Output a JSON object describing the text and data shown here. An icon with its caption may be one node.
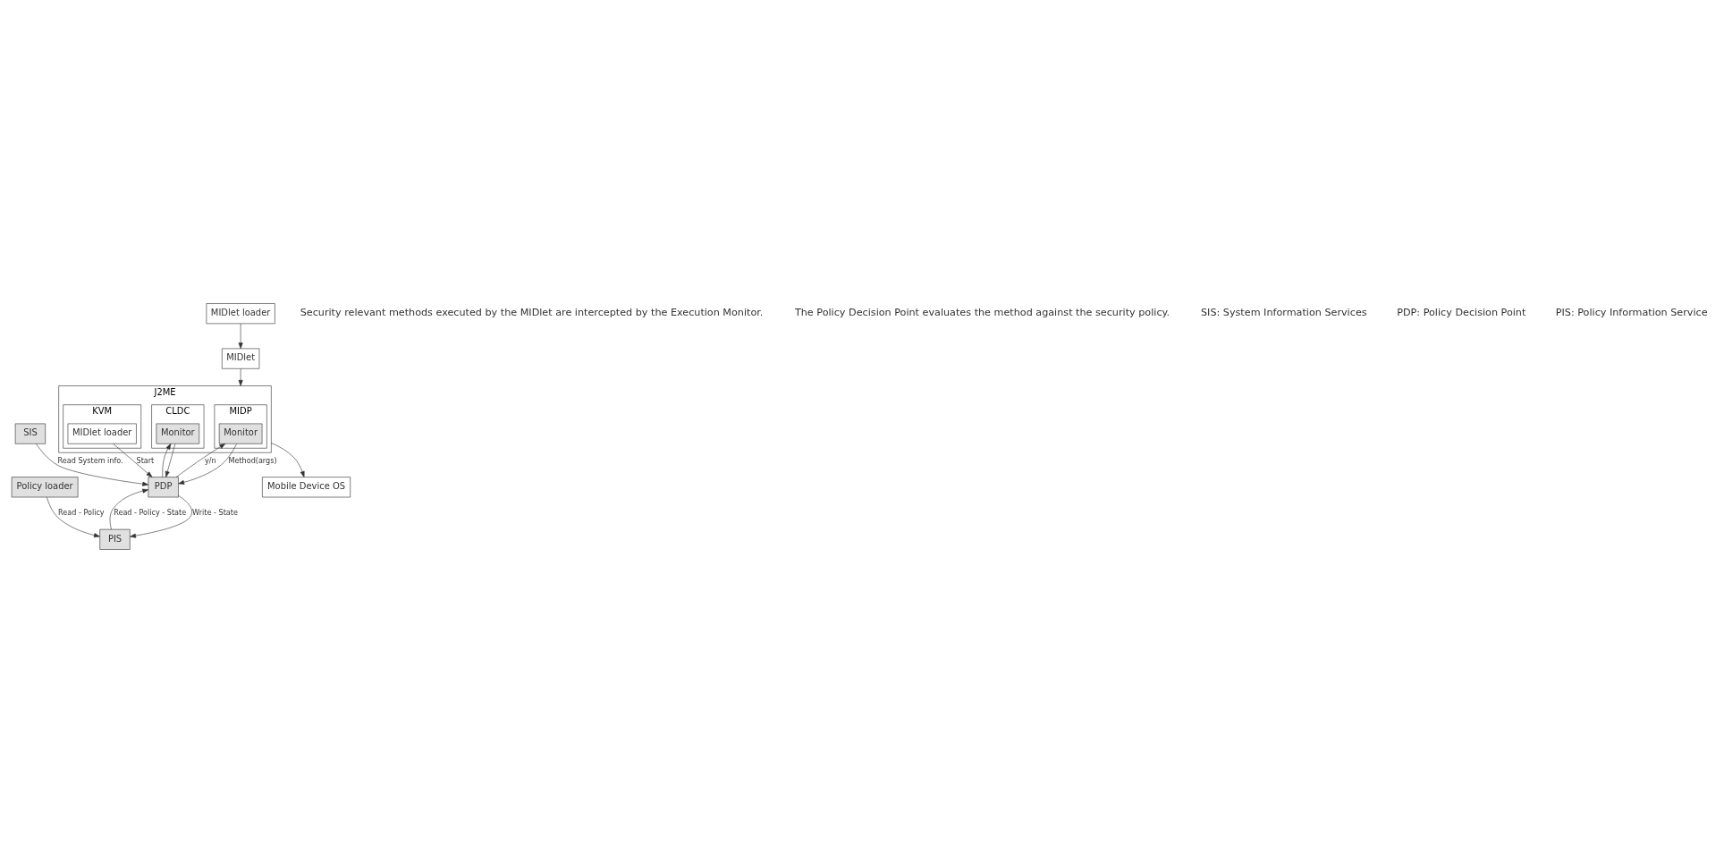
{
  "diagram": {
    "nodes": [
      {
        "text": [
          "MIDlet"
        ]
      },
      {
        "text": [
          "J2ME"
        ]
      },
      {
        "text": [
          "MIDP"
        ],
        "in": 1
      },
      {
        "text": [
          "Monitor"
        ],
        "in": 2
      },
      {
        "text": [
          "CLDC"
        ],
        "in": 1
      },
      {
        "text": [
          "Monitor"
        ],
        "in": 4
      },
      {
        "text": [
          "KVM"
        ],
        "in": 1
      },
      {
        "text": [
          "MIDlet loader"
        ],
        "in": 6
      },
      {
        "text": [
          "PDP"
        ]
      },
      {
        "text": [
          "SIS"
        ]
      },
      {
        "text": [
          "PIS"
        ]
      },
      {
        "text": [
          "Policy loader"
        ]
      },
      {
        "text": [
          "MIDlet loader"
        ]
      },
      {
        "text": [
          "Mobile Device OS"
        ]
      }
    ],
    "edges": [
      {
        "from": 12,
        "to": 0,
        "arrow": "to"
      },
      {
        "from": 0,
        "to": 1,
        "arrow": "to"
      },
      {
        "from": 1,
        "to": 13,
        "arrow": "to"
      },
      {
        "from": 3,
        "to": 8,
        "arrow": "to",
        "label": "Method(args)"
      },
      {
        "from": 8,
        "to": 3,
        "arrow": "to",
        "label": "y/n"
      },
      {
        "from": 5,
        "to": 8,
        "arrow": "to"
      },
      {
        "from": 8,
        "to": 5,
        "arrow": "to"
      },
      {
        "from": 7,
        "to": 8,
        "arrow": "to",
        "label": "Start"
      },
      {
        "from": 9,
        "to": 8,
        "arrow": "to",
        "label": "Read System info."
      },
      {
        "from": 10,
        "to": 8,
        "arrow": "to",
        "label": "Read - Policy - State"
      },
      {
        "from": 8,
        "to": 10,
        "arrow": "to",
        "label": "Write - State"
      },
      {
        "from": 11,
        "to": 10,
        "arrow": "to",
        "label": "Read - Policy"
      }
    ],
    "labels": [
      "Security relevant methods executed by the MIDlet are intercepted by the Execution Monitor.",
      "The Policy Decision Point evaluates the method against the security policy.",
      "SIS: System Information Services",
      "PDP: Policy Decision Point",
      "PIS: Policy Information Service"
    ]
  }
}
